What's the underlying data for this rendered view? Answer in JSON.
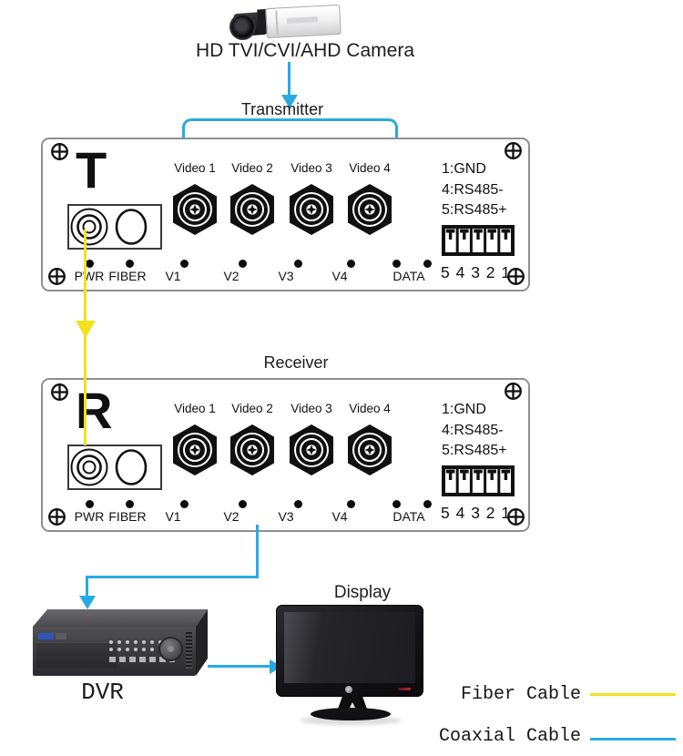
{
  "camera": {
    "label": "HD TVI/CVI/AHD Camera"
  },
  "nodes": {
    "transmitter_label": "Transmitter",
    "receiver_label": "Receiver",
    "dvr_label": "DVR",
    "display_label": "Display"
  },
  "devices": [
    {
      "name": "transmitter",
      "letter": "T",
      "video_ports": [
        "Video 1",
        "Video 2",
        "Video 3",
        "Video 4"
      ],
      "indicator_labels": [
        "PWR",
        "FIBER",
        "V1",
        "V2",
        "V3",
        "V4",
        "DATA"
      ],
      "pinout_lines": [
        "1:GND",
        "4:RS485-",
        "5:RS485+"
      ],
      "pin_numbers": "5 4 3 2 1"
    },
    {
      "name": "receiver",
      "letter": "R",
      "video_ports": [
        "Video 1",
        "Video 2",
        "Video 3",
        "Video 4"
      ],
      "indicator_labels": [
        "PWR",
        "FIBER",
        "V1",
        "V2",
        "V3",
        "V4",
        "DATA"
      ],
      "pinout_lines": [
        "1:GND",
        "4:RS485-",
        "5:RS485+"
      ],
      "pin_numbers": "5 4 3 2 1"
    }
  ],
  "connections": [
    {
      "from": "camera",
      "to": "transmitter",
      "cable": "coaxial"
    },
    {
      "from": "transmitter",
      "to": "receiver",
      "cable": "fiber"
    },
    {
      "from": "receiver",
      "to": "dvr",
      "cable": "coaxial"
    },
    {
      "from": "dvr",
      "to": "display",
      "cable": "coaxial"
    }
  ],
  "legend": {
    "items": [
      {
        "label": "Fiber Cable",
        "color": "#f2e11c",
        "cable": "fiber"
      },
      {
        "label": "Coaxial Cable",
        "color": "#29abe2",
        "cable": "coaxial"
      }
    ]
  },
  "colors": {
    "coaxial_blue": "#29abe2",
    "fiber_yellow": "#f2e11c"
  }
}
